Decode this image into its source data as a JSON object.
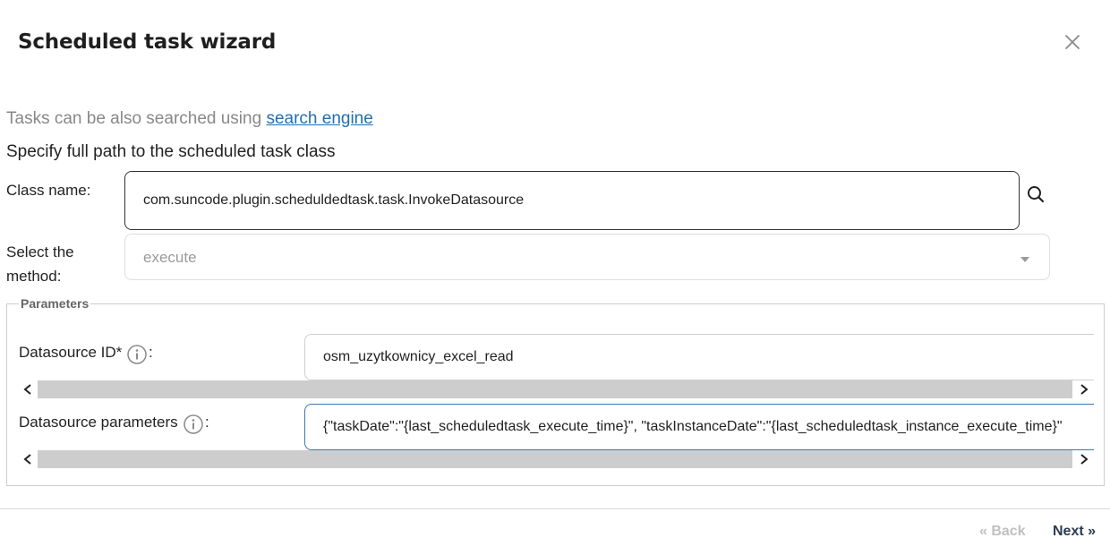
{
  "dialog": {
    "title": "Scheduled task wizard",
    "close_icon": "close-icon"
  },
  "hint": {
    "prefix": "Tasks can be also searched using ",
    "link": "search engine"
  },
  "specify_text": "Specify full path to the scheduled task class",
  "class_name": {
    "label": "Class name:",
    "value": "com.suncode.plugin.scheduldedtask.task.InvokeDatasource",
    "search_icon": "search-icon"
  },
  "method": {
    "label_line1": "Select the",
    "label_line2": "method:",
    "value": "execute",
    "caret_icon": "caret-down-icon"
  },
  "parameters": {
    "legend": "Parameters",
    "items": [
      {
        "label": "Datasource ID*",
        "suffix": ":",
        "value": "osm_uzytkownicy_excel_read",
        "info_icon": "info-icon"
      },
      {
        "label": "Datasource parameters",
        "suffix": ":",
        "value": "{\"taskDate\":\"{last_scheduledtask_execute_time}\", \"taskInstanceDate\":\"{last_scheduledtask_instance_execute_time}\"",
        "info_icon": "info-icon"
      }
    ]
  },
  "footer": {
    "back_label": "« Back",
    "next_label": "Next »"
  },
  "colors": {
    "link": "#1f6fb2",
    "focus_border": "#3b74b5",
    "scroll_track": "#cdcdcd",
    "disabled_text": "#c0c0c0",
    "next_text": "#2b3a55"
  }
}
